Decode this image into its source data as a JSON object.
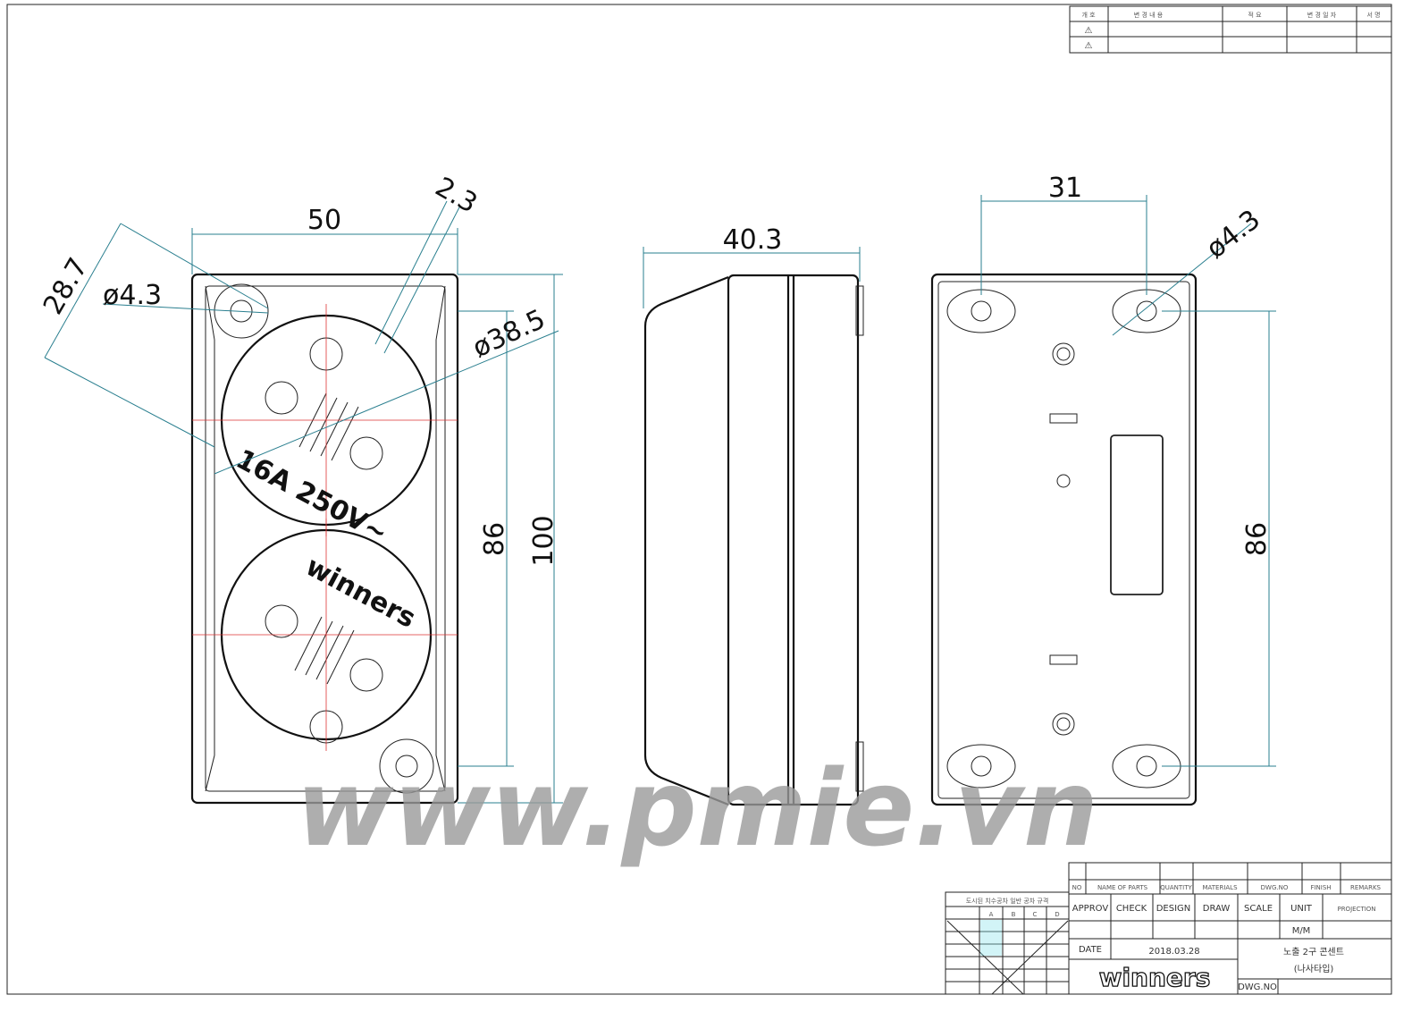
{
  "revision_table": {
    "headers": [
      "개 호",
      "변 경 내 용",
      "적 요",
      "변 경 일 자",
      "서 명"
    ],
    "rows": [
      "⚠",
      "⚠"
    ]
  },
  "front_view": {
    "dim_width": "50",
    "dim_height": "100",
    "dim_hole_pitch": "86",
    "dim_diag": "28.7",
    "dim_hole": "ø4.3",
    "dim_socket": "ø38.5",
    "dim_rib": "2.3",
    "rating_label": "16A 250V~",
    "brand_label": "winners"
  },
  "side_view": {
    "dim_depth": "40.3"
  },
  "rear_view": {
    "dim_hole_spacing": "31",
    "dim_hole": "ø4.3",
    "dim_hole_pitch": "86"
  },
  "watermark": "www.pmie.vn",
  "title_block": {
    "parts_header": [
      "NO",
      "NAME OF PARTS",
      "QUANTITY",
      "MATERIALS",
      "DWG.NO",
      "FINISH",
      "REMARKS"
    ],
    "sign_header": [
      "APPROV",
      "CHECK",
      "DESIGN",
      "DRAW",
      "SCALE",
      "UNIT",
      "PROJECTION"
    ],
    "unit_value": "M/M",
    "date_label": "DATE",
    "date_value": "2018.03.28",
    "title_line1": "노출 2구 콘센트",
    "title_line2": "(나사타입)",
    "dwg_no_label": "DWG.NO",
    "logo": "winners",
    "tolerance_title": "도시된 치수공차 일반 공차 규격",
    "tolerance_cols": [
      "A",
      "B",
      "C",
      "D"
    ]
  }
}
